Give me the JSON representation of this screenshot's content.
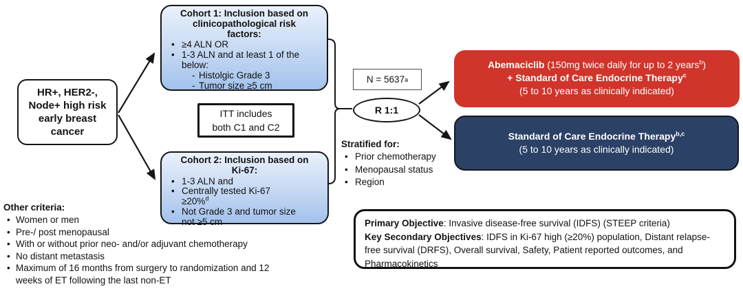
{
  "diagram": {
    "left_box": {
      "text": "HR+, HER2-,\nNode+ high risk\nearly breast\ncancer"
    },
    "cohort1": {
      "heading": "Cohort 1: Inclusion based on\nclinicopathological risk\nfactors:",
      "bullet1": "≥4 ALN OR",
      "bullet2": "1-3 ALN and at least 1 of the\nbelow:",
      "sub1": "Histolgic Grade 3",
      "sub2": "Tumor size ≥5 cm"
    },
    "itt_box": {
      "text": "ITT includes\nboth C1 and C2"
    },
    "cohort2": {
      "heading": "Cohort 2: Inclusion based on\nKi-67:",
      "bullet1": "1-3 ALN and",
      "bullet2": "Centrally tested Ki-67\n≥20%",
      "bullet2_sup": "d",
      "bullet3": "Not Grade 3 and tumor size\nnot ≥5 cm"
    },
    "n_box": {
      "text": "N = 5637",
      "sup": "a"
    },
    "randomization": {
      "label": "R 1:1"
    },
    "stratified": {
      "title": "Stratified for:",
      "items": [
        "Prior chemotherapy",
        "Menopausal status",
        "Region"
      ]
    },
    "arm_abemaciclib": {
      "line1_bold": "Abemaciclib",
      "line1_rest": " (150mg twice daily for up to 2 years",
      "line1_sup": "b",
      "line1_end": ")",
      "line2_bold": "+ Standard of Care Endocrine Therapy",
      "line2_sup": "c",
      "line3": "(5 to 10 years as clinically indicated)"
    },
    "arm_soc": {
      "line1_bold": "Standard of Care Endocrine Therapy",
      "line1_sup": "b,c",
      "line2": "(5 to 10 years as clinically indicated)"
    },
    "other_criteria": {
      "title": "Other criteria:",
      "items": [
        "Women or men",
        "Pre-/ post menopausal",
        "With or without prior neo- and/or adjuvant chemotherapy",
        "No distant metastasis",
        "Maximum of 16 months from surgery to randomization and 12\nweeks of ET following the last non-ET"
      ]
    },
    "objectives": {
      "primary_label": "Primary Objective",
      "primary_text": ": Invasive disease-free survival (IDFS) (STEEP criteria)",
      "secondary_label": "Key Secondary Objectives",
      "secondary_text": ": IDFS in Ki-67 high (≥20%) population, Distant relapse-free survival (DRFS), Overall survival, Safety, Patient reported outcomes, and Pharmacokinetics"
    },
    "colors": {
      "arm_abemaciclib": "#d0342a",
      "arm_soc": "#2c4166",
      "cohort_fill_top": "#e9f1fb",
      "cohort_fill_bottom": "#a3c2ec",
      "border": "#151515"
    }
  }
}
